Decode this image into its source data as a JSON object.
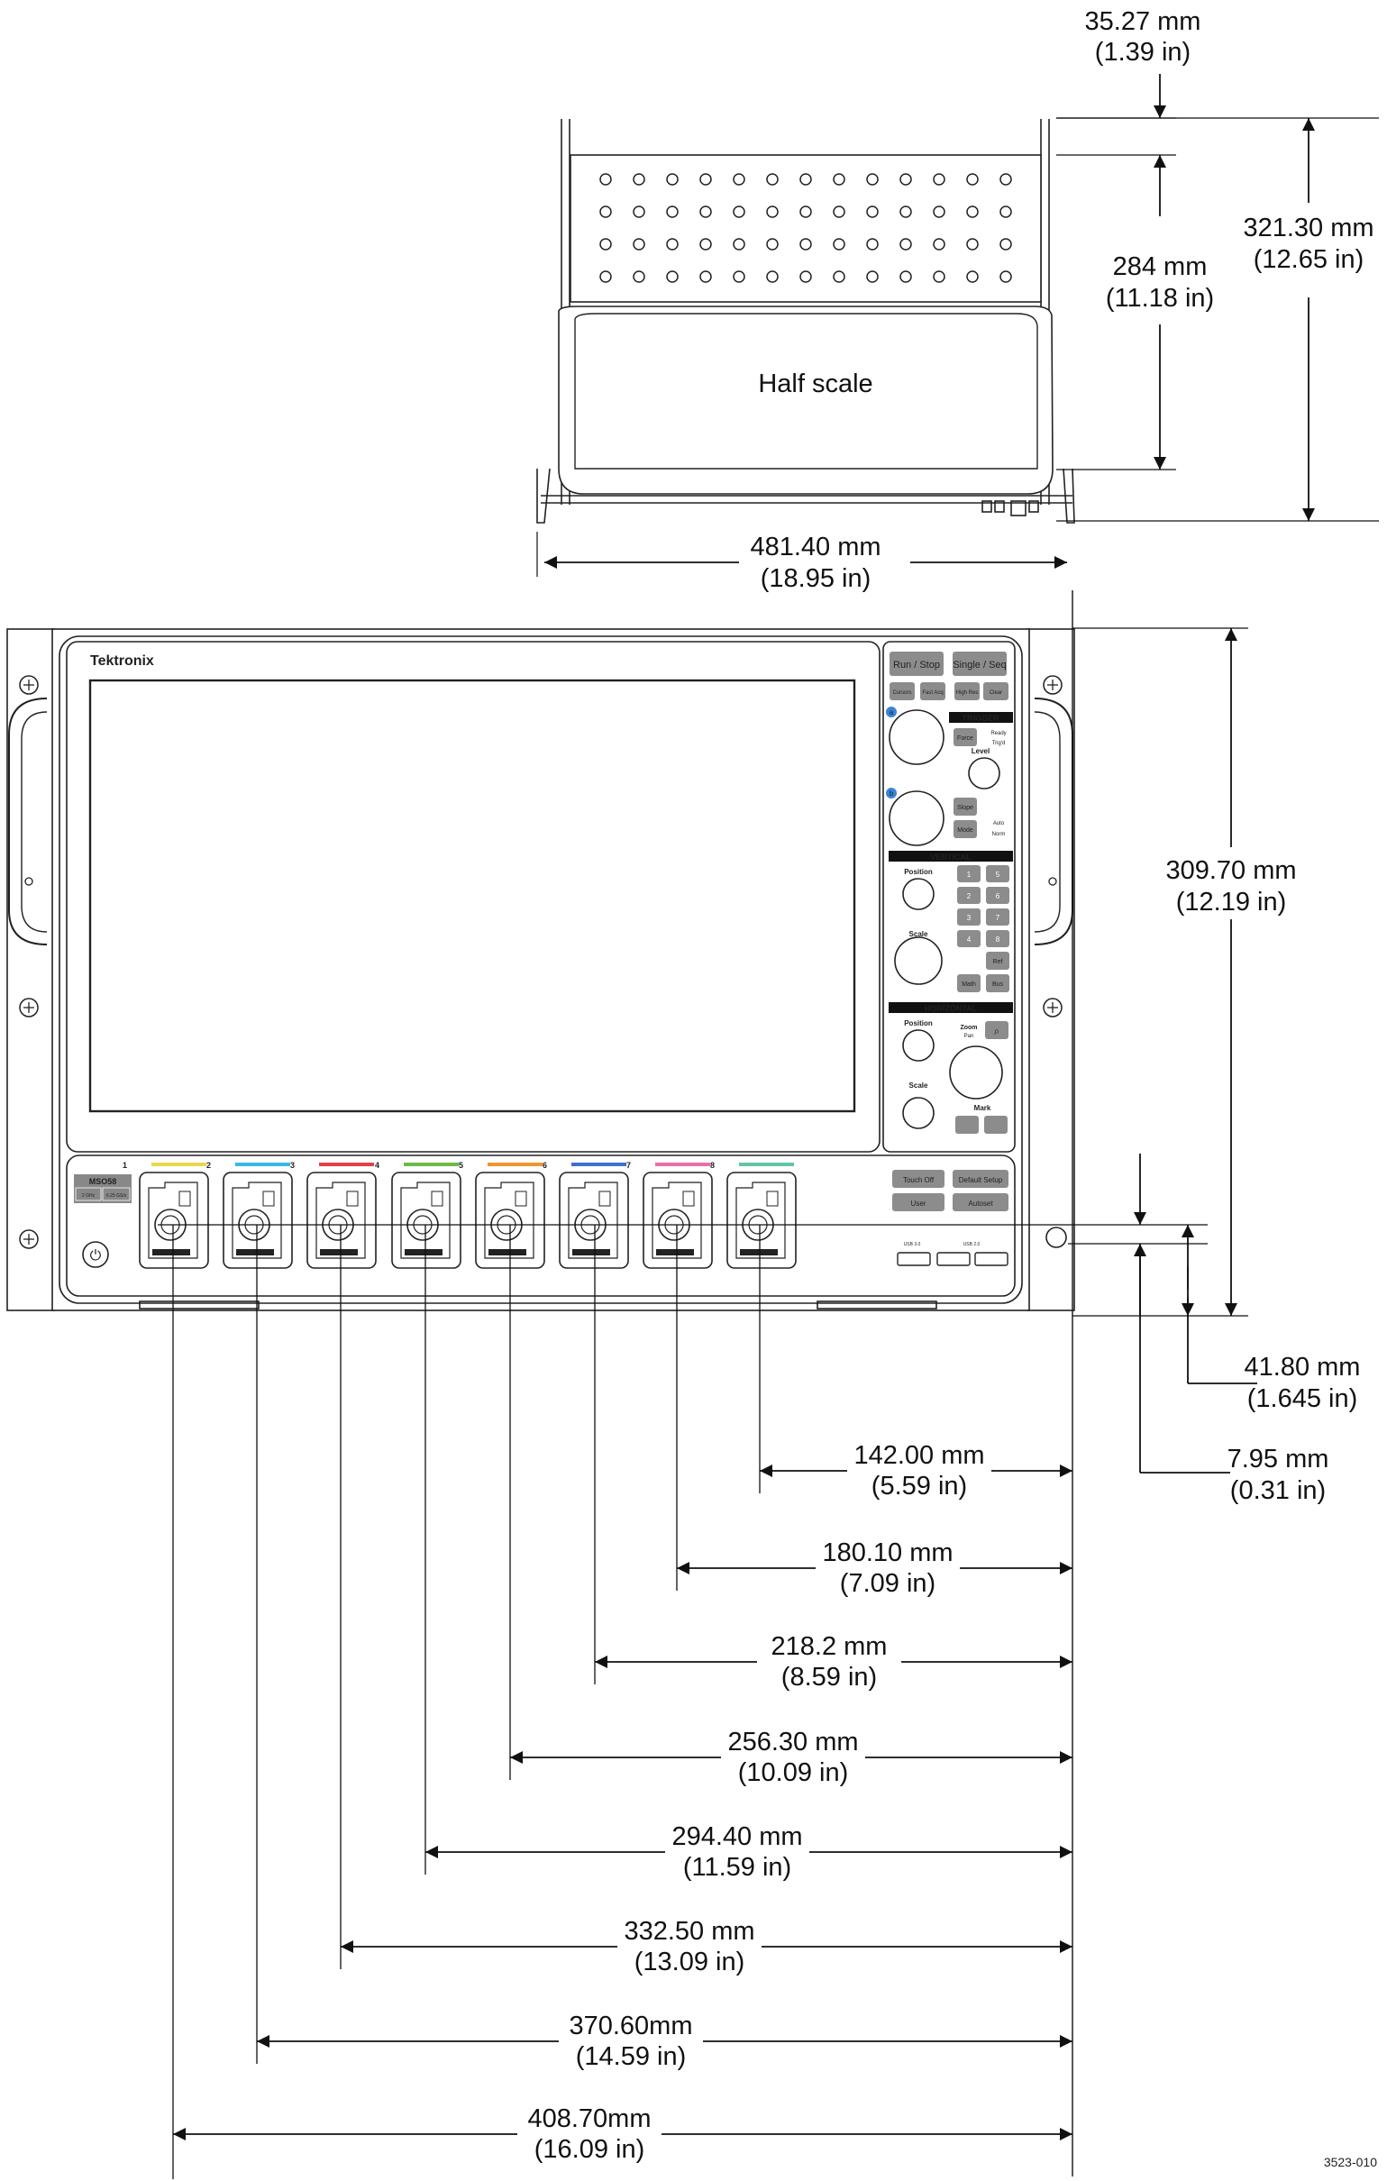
{
  "top_view": {
    "label": "Half scale",
    "dims": {
      "d35": {
        "mm": "35.27 mm",
        "inch": "(1.39 in)"
      },
      "d284": {
        "mm": "284 mm",
        "inch": "(11.18 in)"
      },
      "d321": {
        "mm": "321.30 mm",
        "inch": "(12.65 in)"
      },
      "d481": {
        "mm": "481.40 mm",
        "inch": "(18.95 in)"
      }
    }
  },
  "front_panel": {
    "brand": "Tektronix",
    "model": "MSO58",
    "model_sub": [
      "2 GHz",
      "6.25 GS/s"
    ],
    "buttons": {
      "run_stop": "Run / Stop",
      "single_seq": "Single / Seq",
      "cursors": "Cursors",
      "fast_acq": "Fast Acq",
      "high_res": "High Res",
      "clear": "Clear",
      "force": "Force",
      "slope": "Slope",
      "mode": "Mode",
      "ref": "Ref",
      "math": "Math",
      "bus": "Bus",
      "touch_off": "Touch Off",
      "default_setup": "Default Setup",
      "user": "User",
      "autoset": "Autoset"
    },
    "trigger": {
      "title": "TRIGGER",
      "ready": "Ready",
      "trigd": "Trig'd",
      "level": "Level",
      "auto": "Auto",
      "norm": "Norm",
      "knob_a": "a",
      "knob_b": "b"
    },
    "vertical": {
      "title": "VERTICAL",
      "position": "Position",
      "scale": "Scale",
      "channel_keys": [
        "1",
        "5",
        "2",
        "6",
        "3",
        "7",
        "4",
        "8"
      ]
    },
    "horizontal": {
      "title": "HORIZONTAL",
      "position": "Position",
      "scale": "Scale",
      "zoom": "Zoom",
      "pan": "Pan",
      "mark": "Mark"
    },
    "channels": [
      "1",
      "2",
      "3",
      "4",
      "5",
      "6",
      "7",
      "8"
    ],
    "channel_colors": [
      "#e8d84a",
      "#35b9e8",
      "#e2404b",
      "#6dbb45",
      "#f0962c",
      "#3f6fd1",
      "#e96fa8",
      "#5fc7a8"
    ],
    "usb_labels": [
      "USB 3.0",
      "USB 2.0"
    ]
  },
  "dims_front": {
    "d309": {
      "mm": "309.70 mm",
      "inch": "(12.19 in)"
    },
    "d41": {
      "mm": "41.80 mm",
      "inch": "(1.645 in)"
    },
    "d7": {
      "mm": "7.95 mm",
      "inch": "(0.31 in)"
    },
    "ch": [
      {
        "mm": "142.00 mm",
        "inch": "(5.59 in)"
      },
      {
        "mm": "180.10 mm",
        "inch": "(7.09 in)"
      },
      {
        "mm": "218.2 mm",
        "inch": "(8.59 in)"
      },
      {
        "mm": "256.30 mm",
        "inch": "(10.09 in)"
      },
      {
        "mm": "294.40 mm",
        "inch": "(11.59 in)"
      },
      {
        "mm": "332.50 mm",
        "inch": "(13.09 in)"
      },
      {
        "mm": "370.60mm",
        "inch": "(14.59 in)"
      },
      {
        "mm": "408.70mm",
        "inch": "(16.09 in)"
      }
    ]
  },
  "figure_id": "3523-010"
}
